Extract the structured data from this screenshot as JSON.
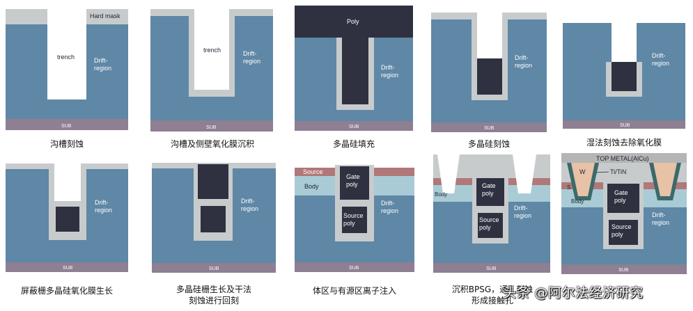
{
  "colors": {
    "drift": "#5f87a6",
    "oxide": "#c8cbcc",
    "trench": "#ffffff",
    "poly": "#2f3140",
    "sub": "#8e7f93",
    "source": "#b07878",
    "body": "#a9cbd6",
    "metal": "#b5b5b5",
    "tungsten": "#e8c2a6",
    "tin": "#3b6a6a"
  },
  "steps": [
    {
      "caption": "沟槽刻蚀",
      "labels": {
        "hard_mask": "Hard mask",
        "trench": "trench",
        "drift": "Drift-\nregion",
        "sub": "SUB"
      }
    },
    {
      "caption": "沟槽及侧壁氧化膜沉积",
      "labels": {
        "trench": "trench",
        "drift": "Drift-\nregion",
        "sub": "SUB"
      }
    },
    {
      "caption": "多晶硅填充",
      "labels": {
        "poly": "Poly",
        "drift": "Drift-\nregion",
        "sub": "SUB"
      }
    },
    {
      "caption": "多晶硅刻蚀",
      "labels": {
        "drift": "Drift-\nregion",
        "sub": "SUB"
      }
    },
    {
      "caption": "湿法刻蚀去除氧化膜",
      "labels": {
        "drift": "Drift-\nregion",
        "sub": "SUB"
      }
    },
    {
      "caption": "屏蔽栅多晶硅氧化膜生长",
      "labels": {
        "drift": "Drift-\nregion",
        "sub": "SUB"
      }
    },
    {
      "caption": "多晶硅栅生长及干法\n刻蚀进行回刻",
      "labels": {
        "drift": "Drift-\nregion",
        "sub": "SUB"
      }
    },
    {
      "caption": "体区与有源区离子注入",
      "labels": {
        "source": "Source",
        "body": "Body",
        "gate": "Gate\npoly",
        "source_poly": "Source\npoly",
        "drift": "Drift-\nregion",
        "sub": "SUB"
      }
    },
    {
      "caption": "沉积BPSG，通孔刻蚀\n形成接触孔",
      "labels": {
        "gate": "Gate\npoly",
        "source_poly": "Source\npoly",
        "drift": "Drift-\nregion",
        "body": "Body",
        "sub": "SUB"
      }
    },
    {
      "caption": "",
      "labels": {
        "top_metal": "TOP METAL(AlCu)",
        "w": "W",
        "tin": "Ti/TiN",
        "gate": "Gate\npoly",
        "source_poly": "Source\npoly",
        "drift": "Drift-\nregion",
        "body": "Body",
        "s": "S",
        "sub": "SUB"
      }
    }
  ],
  "watermark": "头条 @阿尔法经济研究"
}
